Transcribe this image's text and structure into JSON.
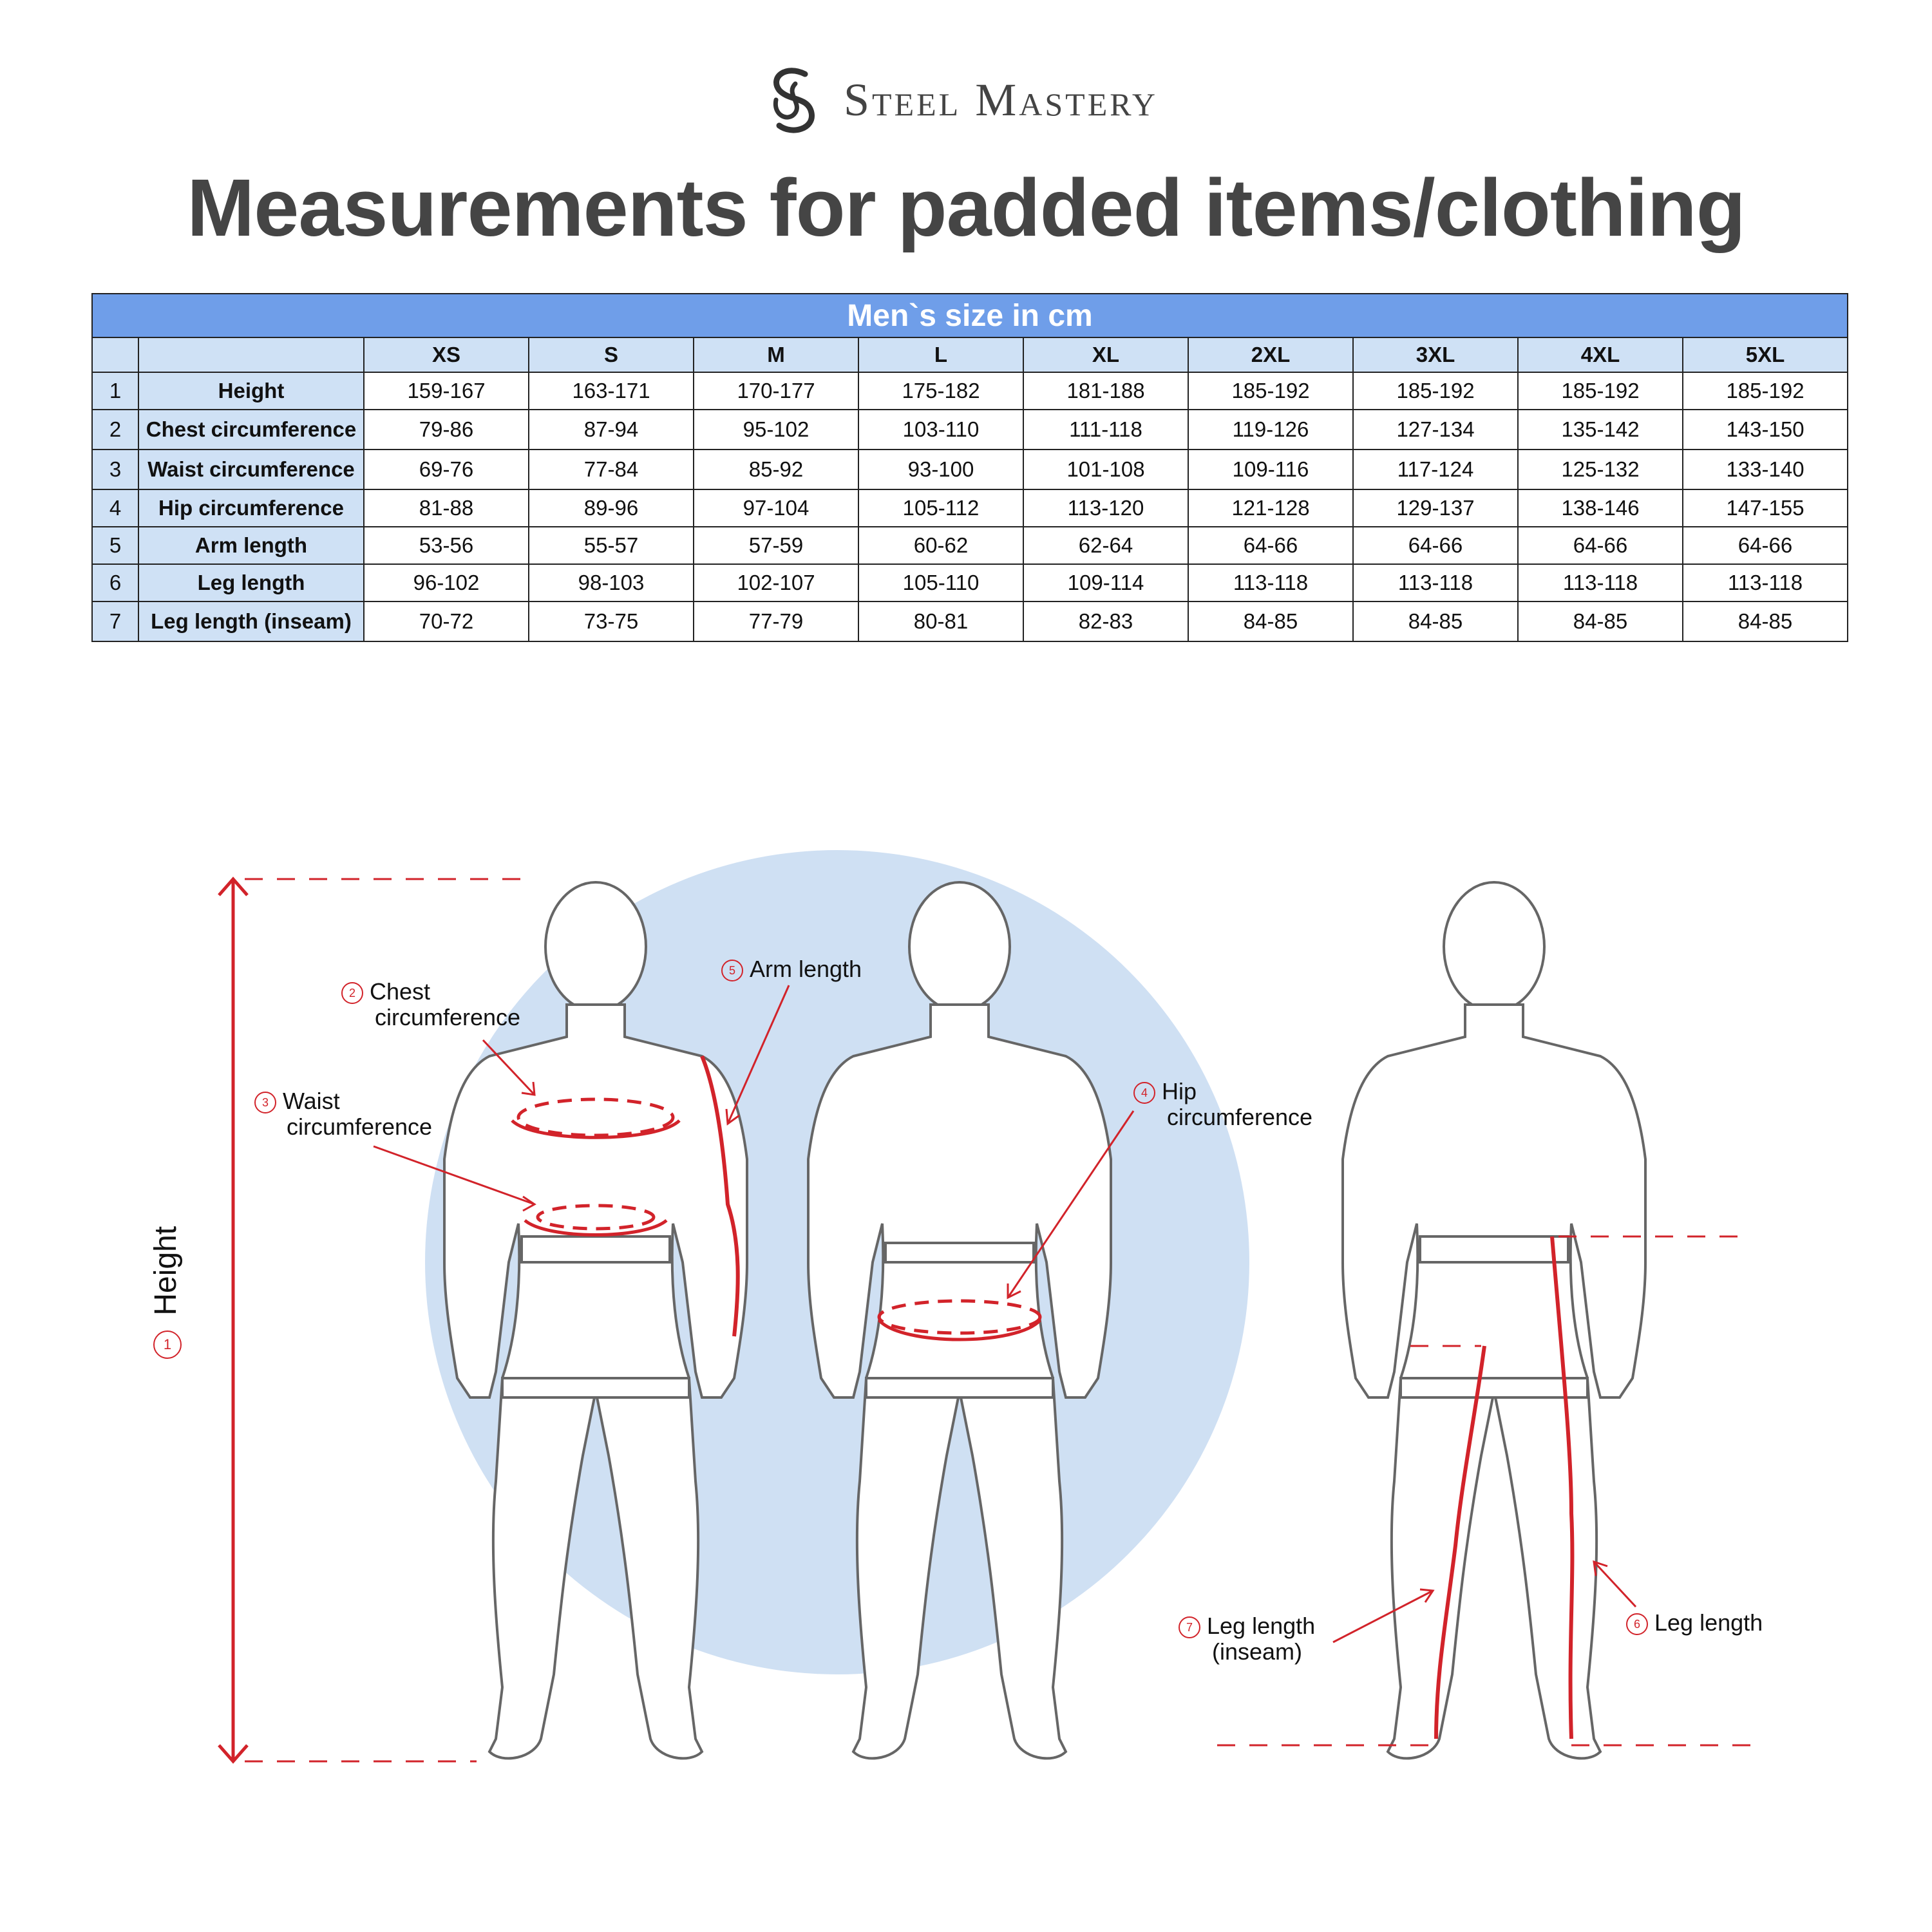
{
  "brand": {
    "name": "Steel Mastery"
  },
  "title": "Measurements for padded items/clothing",
  "table": {
    "caption": "Men`s size in cm",
    "sizes": [
      "XS",
      "S",
      "M",
      "L",
      "XL",
      "2XL",
      "3XL",
      "4XL",
      "5XL"
    ],
    "rows": [
      {
        "index": "1",
        "label": "Height",
        "values": [
          "159-167",
          "163-171",
          "170-177",
          "175-182",
          "181-188",
          "185-192",
          "185-192",
          "185-192",
          "185-192"
        ]
      },
      {
        "index": "2",
        "label": "Chest circumference",
        "values": [
          "79-86",
          "87-94",
          "95-102",
          "103-110",
          "111-118",
          "119-126",
          "127-134",
          "135-142",
          "143-150"
        ]
      },
      {
        "index": "3",
        "label": "Waist circumference",
        "values": [
          "69-76",
          "77-84",
          "85-92",
          "93-100",
          "101-108",
          "109-116",
          "117-124",
          "125-132",
          "133-140"
        ]
      },
      {
        "index": "4",
        "label": "Hip circumference",
        "values": [
          "81-88",
          "89-96",
          "97-104",
          "105-112",
          "113-120",
          "121-128",
          "129-137",
          "138-146",
          "147-155"
        ]
      },
      {
        "index": "5",
        "label": "Arm length",
        "values": [
          "53-56",
          "55-57",
          "57-59",
          "60-62",
          "62-64",
          "64-66",
          "64-66",
          "64-66",
          "64-66"
        ]
      },
      {
        "index": "6",
        "label": "Leg length",
        "values": [
          "96-102",
          "98-103",
          "102-107",
          "105-110",
          "109-114",
          "113-118",
          "113-118",
          "113-118",
          "113-118"
        ]
      },
      {
        "index": "7",
        "label": "Leg length (inseam)",
        "values": [
          "70-72",
          "73-75",
          "77-79",
          "80-81",
          "82-83",
          "84-85",
          "84-85",
          "84-85",
          "84-85"
        ]
      }
    ]
  },
  "diagram": {
    "height": {
      "num": "1",
      "text": "Height"
    },
    "chest": {
      "num": "2",
      "line1": "Chest",
      "line2": "circumference"
    },
    "waist": {
      "num": "3",
      "line1": "Waist",
      "line2": "circumference"
    },
    "hip": {
      "num": "4",
      "line1": "Hip",
      "line2": "circumference"
    },
    "arm": {
      "num": "5",
      "text": "Arm length"
    },
    "leg": {
      "num": "6",
      "text": "Leg length"
    },
    "inseam": {
      "num": "7",
      "line1": "Leg length",
      "line2": "(inseam)"
    }
  },
  "colors": {
    "accent_red": "#d2232a",
    "table_header_blue": "#6f9ee9",
    "light_blue": "#cfe1f5",
    "circle_blue": "#cfe0f3"
  }
}
